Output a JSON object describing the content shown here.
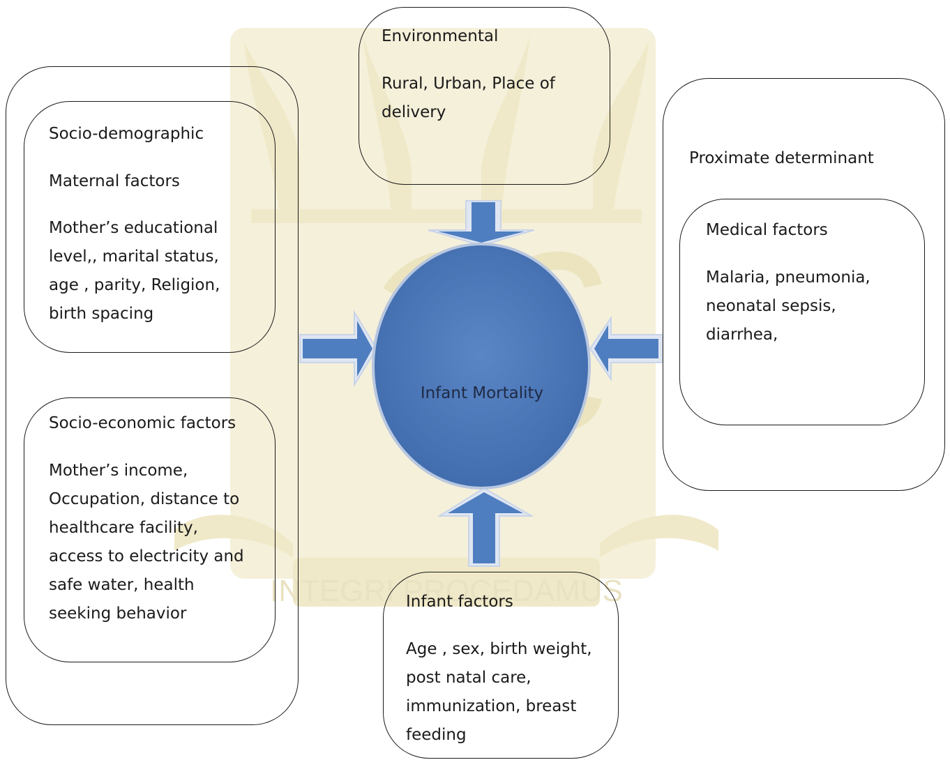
{
  "colors": {
    "arrow": "#4f7ec0",
    "arrow_edge": "#c9d4e8",
    "circle": "#4f79ba",
    "watermark": "#ede6c4"
  },
  "watermark_text": "INTEGRI PROCEDAMUS",
  "outer_box_left": {
    "socio_demographic": {
      "title": "Socio-demographic",
      "subtitle": "Maternal factors",
      "lines": [
        "Mother’s educational",
        "level,, marital status,",
        "age , parity, Religion,",
        "birth spacing"
      ]
    },
    "socio_economic": {
      "title": "Socio-economic factors",
      "lines": [
        "Mother’s income,",
        "Occupation, distance to",
        "healthcare facility,",
        "access to electricity and",
        "safe water, health",
        "seeking behavior"
      ]
    }
  },
  "environmental": {
    "title": "Environmental",
    "lines": [
      "Rural, Urban, Place of",
      "delivery"
    ]
  },
  "proximate": {
    "title": "Proximate determinant",
    "medical": {
      "title": "Medical factors",
      "lines": [
        "Malaria, pneumonia,",
        "neonatal sepsis,",
        "diarrhea,"
      ]
    }
  },
  "center": {
    "label": "Infant Mortality"
  },
  "infant": {
    "title": "Infant factors",
    "lines": [
      "Age , sex, birth weight,",
      "post natal care,",
      "immunization, breast",
      "feeding"
    ]
  }
}
